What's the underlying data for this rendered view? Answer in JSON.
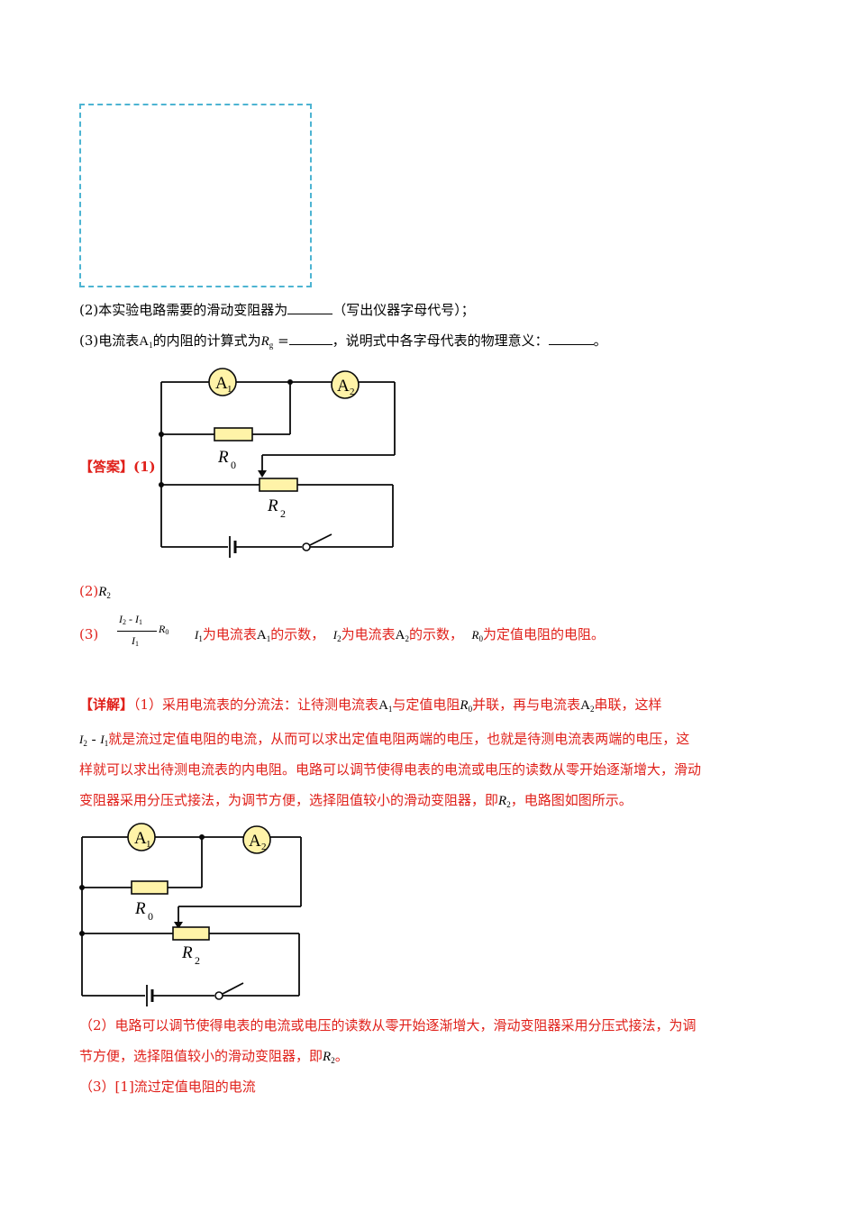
{
  "q2": {
    "num": "(2)",
    "text_a": "本实验电路需要的滑动变阻器为",
    "text_b": "（写出仪器字母代号）；"
  },
  "q3": {
    "num": "(3)",
    "text_a": "电流表",
    "meter_A": "A",
    "meter_sub": "1",
    "text_b": "的内阻的计算式为",
    "R": "R",
    "R_sub": "g",
    "eq": "=",
    "text_c": "，说明式中各字母代表的物理意义：",
    "text_d": "。"
  },
  "circuit": {
    "A": "A",
    "sub1": "1",
    "sub2": "2",
    "R": "R",
    "sub0": "0"
  },
  "answer": {
    "label": "【答案】",
    "part1": "(1)",
    "part2": "(2)",
    "part2_R": "R",
    "part2_sub": "2",
    "part3": "(3)",
    "I": "I",
    "minus": "-",
    "R": "R",
    "sub0": "0",
    "sub1": "1",
    "sub2": "2",
    "A": "A",
    "t1": "为电流表",
    "t2": "的示数，",
    "t3": "为电流表",
    "t4": "的示数，",
    "t5": "为定值电阻的电阻。"
  },
  "detail": {
    "label": "【详解】",
    "p1_a": "（1）采用电流表的分流法：让待测电流表",
    "p1_b": "与定值电阻",
    "p1_c": "并联，再与电流表",
    "p1_d": "串联，这样",
    "p2_a": "就是流过定值电阻的电流，从而可以求出定值电阻两端的电压，也就是待测电流表两端的电压，这",
    "p3": "样就可以求出待测电流表的内电阻。电路可以调节使得电表的电流或电压的读数从零开始逐渐增大，滑动",
    "p4_a": "变阻器采用分压式接法，为调节方便，选择阻值较小的滑动变阻器，即",
    "p4_b": "，电路图如图所示。",
    "p5": "（2）电路可以调节使得电表的电流或电压的读数从零开始逐渐增大，滑动变阻器采用分压式接法，为调",
    "p6_a": "节方便，选择阻值较小的滑动变阻器，即",
    "p6_b": "。",
    "p7": "（3）[1]流过定值电阻的电流"
  }
}
